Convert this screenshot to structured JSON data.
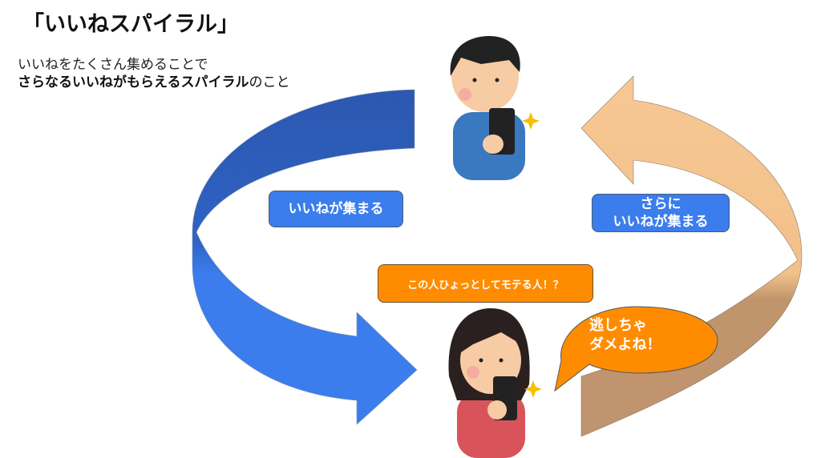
{
  "title": "「いいねスパイラル」",
  "subtitle": {
    "line1": "いいねをたくさん集めることで",
    "line2_bold": "さらなるいいねがもらえるスパイラル",
    "line2_rest": "のこと"
  },
  "labels": {
    "left": "いいねが集まる",
    "right_line1": "さらに",
    "right_line2": "いいねが集まる",
    "thought": "この人ひょっとしてモテる人！？",
    "bubble_line1": "逃しちゃ",
    "bubble_line2": "ダメよね！"
  },
  "colors": {
    "blue": "#3b7ded",
    "orange": "#ff8c00",
    "tan": "#f5c590",
    "brown": "#c0956c"
  }
}
